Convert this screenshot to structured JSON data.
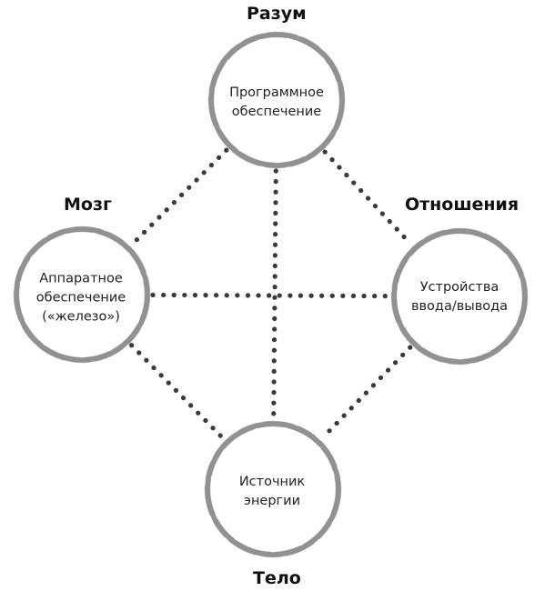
{
  "nodes": {
    "top": {
      "heading": "Разум",
      "lines": [
        "Программное",
        "обеспечение"
      ]
    },
    "left": {
      "heading": "Мозг",
      "lines": [
        "Аппаратное",
        "обеспечение",
        "(«железо»)"
      ]
    },
    "right": {
      "heading": "Отношения",
      "lines": [
        "Устройства",
        "ввода/вывода"
      ]
    },
    "bottom": {
      "heading": "Тело",
      "lines": [
        "Источник",
        "энергии"
      ]
    }
  },
  "colors": {
    "circle_stroke": "#8c8c8c",
    "dots": "#3a3a3a",
    "text": "#222222"
  }
}
